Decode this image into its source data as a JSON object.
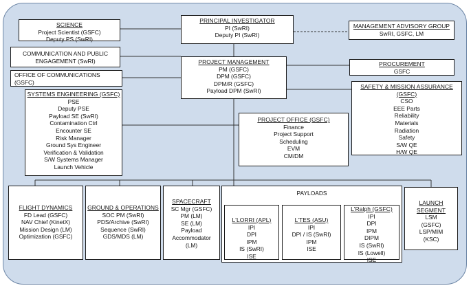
{
  "boxes": [
    {
      "id": "pi",
      "title": "PRINCIPAL INVESTIGATOR",
      "items": [
        "PI (SwRI)",
        "Deputy PI (SwRI)"
      ]
    },
    {
      "id": "mag",
      "title": "MANAGEMENT ADVISORY GROUP",
      "items": [
        "SwRI, GSFC, LM"
      ]
    },
    {
      "id": "science",
      "title": "SCIENCE",
      "items": [
        "Project Scientist (GSFC)",
        "Deputy PS (SwRI)"
      ]
    },
    {
      "id": "cpe",
      "title": "",
      "items": [
        "COMMUNICATION AND PUBLIC",
        "ENGAGEMENT (SwRI)"
      ]
    },
    {
      "id": "ooc",
      "title": "OFFICE OF COMMUNICATIONS",
      "items": [
        "(GSFC)"
      ]
    },
    {
      "id": "pm",
      "title": "PROJECT MANAGEMENT",
      "items": [
        "PM (GSFC)",
        "DPM (GSFC)",
        "DPM/R (GSFC)",
        "Payload DPM (SwRI)"
      ]
    },
    {
      "id": "proc",
      "title": "PROCUREMENT",
      "items": [
        "GSFC"
      ]
    },
    {
      "id": "sma",
      "title": "SAFETY & MISSION ASSURANCE (GSFC)",
      "items": [
        "CSO",
        "EEE Parts",
        "Reliability",
        "Materials",
        "Radiation",
        "Safety",
        "S/W QE",
        "H/W QE"
      ]
    },
    {
      "id": "se",
      "title": "SYSTEMS ENGINEERING (GSFC)",
      "items": [
        "PSE",
        "Deputy PSE",
        "Payload SE (SwRI)",
        "Contamination Ctrl",
        "Encounter SE",
        "Risk Manager",
        "Ground Sys Engineer",
        "Verification & Validation",
        "S/W Systems Manager",
        "Launch Vehicle"
      ]
    },
    {
      "id": "po",
      "title": "PROJECT OFFICE (GSFC)",
      "items": [
        "Finance",
        "Project Support",
        "Scheduling",
        "EVM",
        "CM/DM"
      ]
    },
    {
      "id": "fd",
      "title": "FLIGHT DYNAMICS",
      "items": [
        "FD Lead (GSFC)",
        "NAV Chief (KinetX)",
        "Mission Design (LM)",
        "Optimization (GSFC)"
      ]
    },
    {
      "id": "go",
      "title": "GROUND & OPERATIONS",
      "items": [
        "SOC PM (SwRI)",
        "PDS/Archive (SwRI)",
        "Sequence (SwRI)",
        "GDS/MDS (LM)"
      ]
    },
    {
      "id": "sc",
      "title": "SPACECRAFT",
      "items": [
        "SC Mgr (GSFC)",
        "PM (LM)",
        "SE (LM)",
        "Payload",
        "Accommodator",
        "(LM)"
      ]
    },
    {
      "id": "payloads",
      "title": "",
      "items": [
        "PAYLOADS"
      ]
    },
    {
      "id": "lorri",
      "title": "L'LORRI (APL)",
      "items": [
        "IPI",
        "DPI",
        "IPM",
        "IS (SwRI)",
        "ISE"
      ]
    },
    {
      "id": "ltes",
      "title": "L'TES (ASU)",
      "items": [
        "IPI",
        "DPI / IS (SwRI)",
        "IPM",
        "ISE"
      ]
    },
    {
      "id": "lralph",
      "title": "L'Ralph (GSFC)",
      "items": [
        "IPI",
        "DPI",
        "IPM",
        "DIPM",
        "IS (SwRI)",
        "IS (Lowell)",
        "ISE"
      ]
    },
    {
      "id": "ls",
      "title": "LAUNCH SEGMENT",
      "items": [
        "LSM",
        "(GSFC)",
        "LSP/MIM",
        "(KSC)"
      ]
    }
  ]
}
